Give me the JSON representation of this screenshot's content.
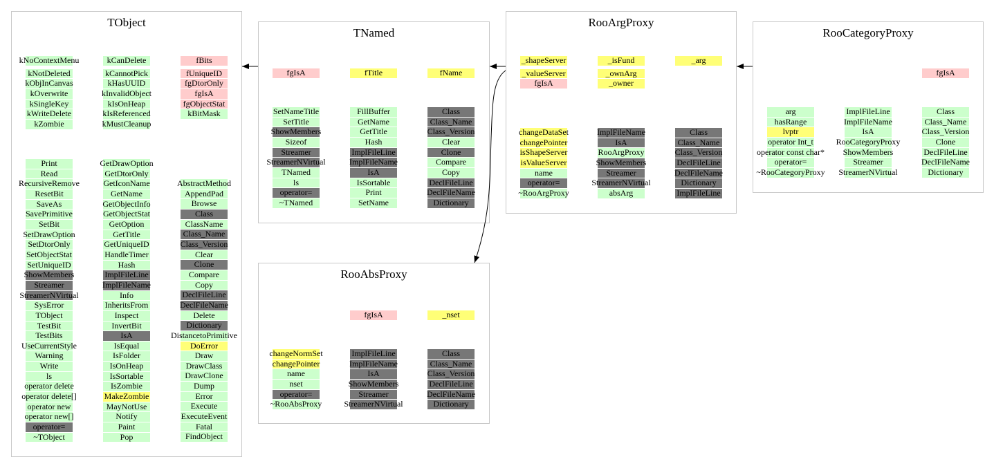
{
  "colors": {
    "g": "#ccffcc",
    "d": "#777777",
    "p": "#ffcccc",
    "y": "#ffff77"
  },
  "classes": {
    "tobject": {
      "title": "TObject",
      "data": [
        [
          {
            "t": "kNoContextMenu",
            "k": "g"
          },
          {
            "t": "kNotDeleted",
            "k": "g"
          },
          {
            "t": "kObjInCanvas",
            "k": "g"
          },
          {
            "t": "kOverwrite",
            "k": "g"
          },
          {
            "t": "kSingleKey",
            "k": "g"
          },
          {
            "t": "kWriteDelete",
            "k": "g"
          },
          {
            "t": "kZombie",
            "k": "g"
          }
        ],
        [
          {
            "t": "kCanDelete",
            "k": "g"
          },
          {
            "t": "kCannotPick",
            "k": "g"
          },
          {
            "t": "kHasUUID",
            "k": "g"
          },
          {
            "t": "kInvalidObject",
            "k": "g"
          },
          {
            "t": "kIsOnHeap",
            "k": "g"
          },
          {
            "t": "kIsReferenced",
            "k": "g"
          },
          {
            "t": "kMustCleanup",
            "k": "g"
          }
        ],
        [
          {
            "t": "fBits",
            "k": "p"
          },
          {
            "t": "fUniqueID",
            "k": "p"
          },
          {
            "t": "fgDtorOnly",
            "k": "p"
          },
          {
            "t": "fgIsA",
            "k": "p"
          },
          {
            "t": "fgObjectStat",
            "k": "p"
          },
          {
            "t": "kBitMask",
            "k": "g"
          }
        ]
      ],
      "methods": [
        [
          {
            "t": "Print",
            "k": "g"
          },
          {
            "t": "Read",
            "k": "g"
          },
          {
            "t": "RecursiveRemove",
            "k": "g"
          },
          {
            "t": "ResetBit",
            "k": "g"
          },
          {
            "t": "SaveAs",
            "k": "g"
          },
          {
            "t": "SavePrimitive",
            "k": "g"
          },
          {
            "t": "SetBit",
            "k": "g"
          },
          {
            "t": "SetDrawOption",
            "k": "g"
          },
          {
            "t": "SetDtorOnly",
            "k": "g"
          },
          {
            "t": "SetObjectStat",
            "k": "g"
          },
          {
            "t": "SetUniqueID",
            "k": "g"
          },
          {
            "t": "ShowMembers",
            "k": "d"
          },
          {
            "t": "Streamer",
            "k": "d"
          },
          {
            "t": "StreamerNVirtual",
            "k": "d"
          },
          {
            "t": "SysError",
            "k": "g"
          },
          {
            "t": "TObject",
            "k": "g"
          },
          {
            "t": "TestBit",
            "k": "g"
          },
          {
            "t": "TestBits",
            "k": "g"
          },
          {
            "t": "UseCurrentStyle",
            "k": "g"
          },
          {
            "t": "Warning",
            "k": "g"
          },
          {
            "t": "Write",
            "k": "g"
          },
          {
            "t": "ls",
            "k": "g"
          },
          {
            "t": "operator delete",
            "k": "g"
          },
          {
            "t": "operator delete[]",
            "k": "g"
          },
          {
            "t": "operator new",
            "k": "g"
          },
          {
            "t": "operator new[]",
            "k": "g"
          },
          {
            "t": "operator=",
            "k": "d"
          },
          {
            "t": "~TObject",
            "k": "g"
          }
        ],
        [
          {
            "t": "GetDrawOption",
            "k": "g"
          },
          {
            "t": "GetDtorOnly",
            "k": "g"
          },
          {
            "t": "GetIconName",
            "k": "g"
          },
          {
            "t": "GetName",
            "k": "g"
          },
          {
            "t": "GetObjectInfo",
            "k": "g"
          },
          {
            "t": "GetObjectStat",
            "k": "g"
          },
          {
            "t": "GetOption",
            "k": "g"
          },
          {
            "t": "GetTitle",
            "k": "g"
          },
          {
            "t": "GetUniqueID",
            "k": "g"
          },
          {
            "t": "HandleTimer",
            "k": "g"
          },
          {
            "t": "Hash",
            "k": "g"
          },
          {
            "t": "ImplFileLine",
            "k": "d"
          },
          {
            "t": "ImplFileName",
            "k": "d"
          },
          {
            "t": "Info",
            "k": "g"
          },
          {
            "t": "InheritsFrom",
            "k": "g"
          },
          {
            "t": "Inspect",
            "k": "g"
          },
          {
            "t": "InvertBit",
            "k": "g"
          },
          {
            "t": "IsA",
            "k": "d"
          },
          {
            "t": "IsEqual",
            "k": "g"
          },
          {
            "t": "IsFolder",
            "k": "g"
          },
          {
            "t": "IsOnHeap",
            "k": "g"
          },
          {
            "t": "IsSortable",
            "k": "g"
          },
          {
            "t": "IsZombie",
            "k": "g"
          },
          {
            "t": "MakeZombie",
            "k": "y"
          },
          {
            "t": "MayNotUse",
            "k": "g"
          },
          {
            "t": "Notify",
            "k": "g"
          },
          {
            "t": "Paint",
            "k": "g"
          },
          {
            "t": "Pop",
            "k": "g"
          }
        ],
        [
          {
            "t": "AbstractMethod",
            "k": "g"
          },
          {
            "t": "AppendPad",
            "k": "g"
          },
          {
            "t": "Browse",
            "k": "g"
          },
          {
            "t": "Class",
            "k": "d"
          },
          {
            "t": "ClassName",
            "k": "g"
          },
          {
            "t": "Class_Name",
            "k": "d"
          },
          {
            "t": "Class_Version",
            "k": "d"
          },
          {
            "t": "Clear",
            "k": "g"
          },
          {
            "t": "Clone",
            "k": "d"
          },
          {
            "t": "Compare",
            "k": "g"
          },
          {
            "t": "Copy",
            "k": "g"
          },
          {
            "t": "DeclFileLine",
            "k": "d"
          },
          {
            "t": "DeclFileName",
            "k": "d"
          },
          {
            "t": "Delete",
            "k": "g"
          },
          {
            "t": "Dictionary",
            "k": "d"
          },
          {
            "t": "DistancetoPrimitive",
            "k": "g"
          },
          {
            "t": "DoError",
            "k": "y"
          },
          {
            "t": "Draw",
            "k": "g"
          },
          {
            "t": "DrawClass",
            "k": "g"
          },
          {
            "t": "DrawClone",
            "k": "g"
          },
          {
            "t": "Dump",
            "k": "g"
          },
          {
            "t": "Error",
            "k": "g"
          },
          {
            "t": "Execute",
            "k": "g"
          },
          {
            "t": "ExecuteEvent",
            "k": "g"
          },
          {
            "t": "Fatal",
            "k": "g"
          },
          {
            "t": "FindObject",
            "k": "g"
          }
        ]
      ]
    },
    "tnamed": {
      "title": "TNamed",
      "data": [
        [
          {
            "t": "fgIsA",
            "k": "p"
          }
        ],
        [
          {
            "t": "fTitle",
            "k": "y"
          }
        ],
        [
          {
            "t": "fName",
            "k": "y"
          }
        ]
      ],
      "methods": [
        [
          {
            "t": "SetNameTitle",
            "k": "g"
          },
          {
            "t": "SetTitle",
            "k": "g"
          },
          {
            "t": "ShowMembers",
            "k": "d"
          },
          {
            "t": "Sizeof",
            "k": "g"
          },
          {
            "t": "Streamer",
            "k": "d"
          },
          {
            "t": "StreamerNVirtual",
            "k": "d"
          },
          {
            "t": "TNamed",
            "k": "g"
          },
          {
            "t": "ls",
            "k": "g"
          },
          {
            "t": "operator=",
            "k": "d"
          },
          {
            "t": "~TNamed",
            "k": "g"
          }
        ],
        [
          {
            "t": "FillBuffer",
            "k": "g"
          },
          {
            "t": "GetName",
            "k": "g"
          },
          {
            "t": "GetTitle",
            "k": "g"
          },
          {
            "t": "Hash",
            "k": "g"
          },
          {
            "t": "ImplFileLine",
            "k": "d"
          },
          {
            "t": "ImplFileName",
            "k": "d"
          },
          {
            "t": "IsA",
            "k": "d"
          },
          {
            "t": "IsSortable",
            "k": "g"
          },
          {
            "t": "Print",
            "k": "g"
          },
          {
            "t": "SetName",
            "k": "g"
          }
        ],
        [
          {
            "t": "Class",
            "k": "d"
          },
          {
            "t": "Class_Name",
            "k": "d"
          },
          {
            "t": "Class_Version",
            "k": "d"
          },
          {
            "t": "Clear",
            "k": "g"
          },
          {
            "t": "Clone",
            "k": "d"
          },
          {
            "t": "Compare",
            "k": "g"
          },
          {
            "t": "Copy",
            "k": "g"
          },
          {
            "t": "DeclFileLine",
            "k": "d"
          },
          {
            "t": "DeclFileName",
            "k": "d"
          },
          {
            "t": "Dictionary",
            "k": "d"
          }
        ]
      ]
    },
    "rooargproxy": {
      "title": "RooArgProxy",
      "data": [
        [
          {
            "t": "_shapeServer",
            "k": "y"
          },
          {
            "t": "_valueServer",
            "k": "y"
          },
          {
            "t": "fgIsA",
            "k": "p"
          }
        ],
        [
          {
            "t": "_isFund",
            "k": "y"
          },
          {
            "t": "_ownArg",
            "k": "y"
          },
          {
            "t": "_owner",
            "k": "y"
          }
        ],
        [
          {
            "t": "_arg",
            "k": "y"
          }
        ]
      ],
      "methods": [
        [
          {
            "t": "changeDataSet",
            "k": "y"
          },
          {
            "t": "changePointer",
            "k": "y"
          },
          {
            "t": "isShapeServer",
            "k": "y"
          },
          {
            "t": "isValueServer",
            "k": "y"
          },
          {
            "t": "name",
            "k": "g"
          },
          {
            "t": "operator=",
            "k": "d"
          },
          {
            "t": "~RooArgProxy",
            "k": "g"
          }
        ],
        [
          {
            "t": "ImplFileName",
            "k": "d"
          },
          {
            "t": "IsA",
            "k": "d"
          },
          {
            "t": "RooArgProxy",
            "k": "g"
          },
          {
            "t": "ShowMembers",
            "k": "d"
          },
          {
            "t": "Streamer",
            "k": "d"
          },
          {
            "t": "StreamerNVirtual",
            "k": "d"
          },
          {
            "t": "absArg",
            "k": "g"
          }
        ],
        [
          {
            "t": "Class",
            "k": "d"
          },
          {
            "t": "Class_Name",
            "k": "d"
          },
          {
            "t": "Class_Version",
            "k": "d"
          },
          {
            "t": "DeclFileLine",
            "k": "d"
          },
          {
            "t": "DeclFileName",
            "k": "d"
          },
          {
            "t": "Dictionary",
            "k": "d"
          },
          {
            "t": "ImplFileLine",
            "k": "d"
          }
        ]
      ]
    },
    "roocategoryproxy": {
      "title": "RooCategoryProxy",
      "data": [
        [],
        [],
        [
          {
            "t": "fgIsA",
            "k": "p"
          }
        ]
      ],
      "methods": [
        [
          {
            "t": "arg",
            "k": "g"
          },
          {
            "t": "hasRange",
            "k": "g"
          },
          {
            "t": "lvptr",
            "k": "y"
          },
          {
            "t": "operator Int_t",
            "k": "g"
          },
          {
            "t": "operator const char*",
            "k": "g"
          },
          {
            "t": "operator=",
            "k": "g"
          },
          {
            "t": "~RooCategoryProxy",
            "k": "g"
          }
        ],
        [
          {
            "t": "ImplFileLine",
            "k": "g"
          },
          {
            "t": "ImplFileName",
            "k": "g"
          },
          {
            "t": "IsA",
            "k": "g"
          },
          {
            "t": "RooCategoryProxy",
            "k": "g"
          },
          {
            "t": "ShowMembers",
            "k": "g"
          },
          {
            "t": "Streamer",
            "k": "g"
          },
          {
            "t": "StreamerNVirtual",
            "k": "g"
          }
        ],
        [
          {
            "t": "Class",
            "k": "g"
          },
          {
            "t": "Class_Name",
            "k": "g"
          },
          {
            "t": "Class_Version",
            "k": "g"
          },
          {
            "t": "Clone",
            "k": "g"
          },
          {
            "t": "DeclFileLine",
            "k": "g"
          },
          {
            "t": "DeclFileName",
            "k": "g"
          },
          {
            "t": "Dictionary",
            "k": "g"
          }
        ]
      ]
    },
    "rooabsproxy": {
      "title": "RooAbsProxy",
      "data": [
        [],
        [
          {
            "t": "fgIsA",
            "k": "p"
          }
        ],
        [
          {
            "t": "_nset",
            "k": "y"
          }
        ]
      ],
      "methods": [
        [
          {
            "t": "changeNormSet",
            "k": "y"
          },
          {
            "t": "changePointer",
            "k": "y"
          },
          {
            "t": "name",
            "k": "g"
          },
          {
            "t": "nset",
            "k": "g"
          },
          {
            "t": "operator=",
            "k": "d"
          },
          {
            "t": "~RooAbsProxy",
            "k": "g"
          }
        ],
        [
          {
            "t": "ImplFileLine",
            "k": "d"
          },
          {
            "t": "ImplFileName",
            "k": "d"
          },
          {
            "t": "IsA",
            "k": "d"
          },
          {
            "t": "ShowMembers",
            "k": "d"
          },
          {
            "t": "Streamer",
            "k": "d"
          },
          {
            "t": "StreamerNVirtual",
            "k": "d"
          }
        ],
        [
          {
            "t": "Class",
            "k": "d"
          },
          {
            "t": "Class_Name",
            "k": "d"
          },
          {
            "t": "Class_Version",
            "k": "d"
          },
          {
            "t": "DeclFileLine",
            "k": "d"
          },
          {
            "t": "DeclFileName",
            "k": "d"
          },
          {
            "t": "Dictionary",
            "k": "d"
          }
        ]
      ]
    }
  }
}
